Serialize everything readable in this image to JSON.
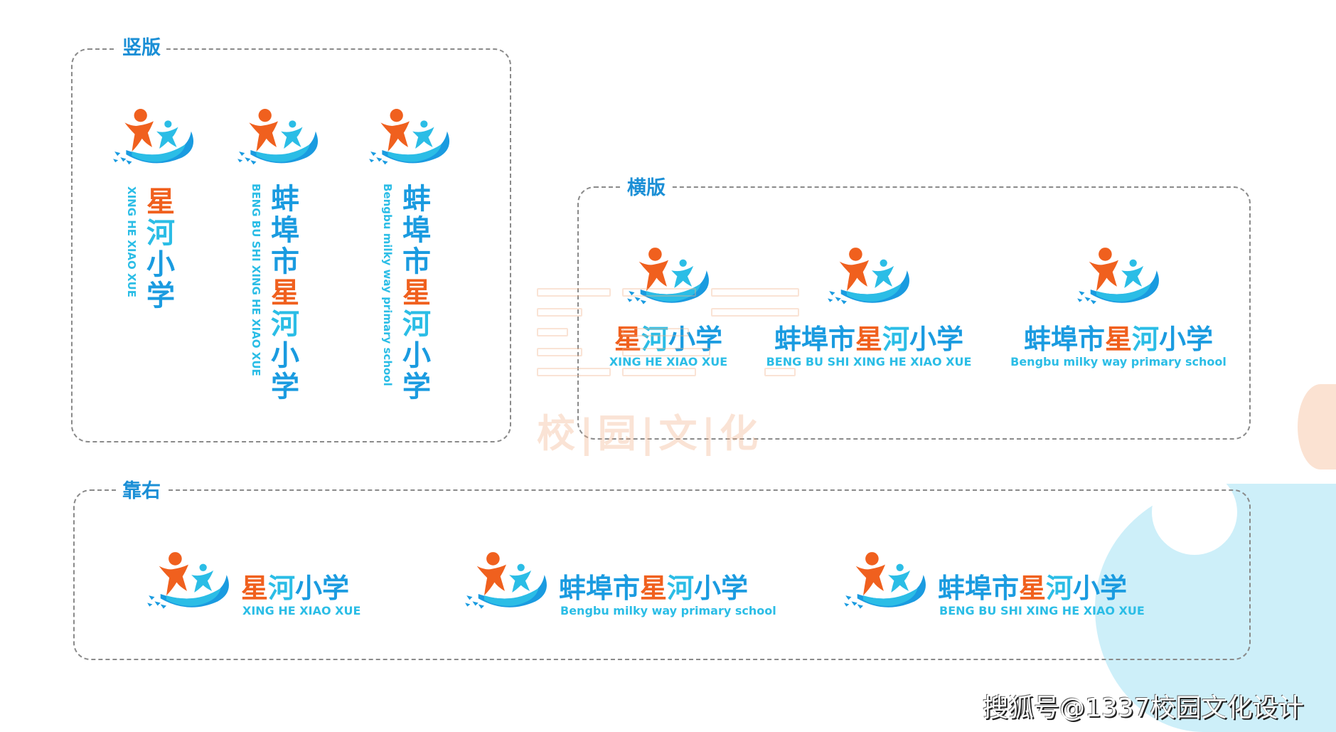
{
  "sections": {
    "vertical": "竖版",
    "horizontal": "横版",
    "right": "靠右"
  },
  "colors": {
    "blue": "#1a9be0",
    "orange": "#f0601e",
    "cyan": "#2bbde6",
    "frame": "#8a8a8a"
  },
  "names": {
    "short": {
      "prefix": "",
      "star": "星",
      "river": "河",
      "rest": "小学"
    },
    "full": {
      "prefix": "蚌埠市",
      "star": "星",
      "river": "河",
      "rest": "小学"
    }
  },
  "english": {
    "short": "XING HE XIAO XUE",
    "pinyin": "BENG BU SHI XING HE XIAO XUE",
    "translation": "Bengbu milky way primary school"
  },
  "watermark": "校|园|文|化",
  "credit": "搜狐号@1337校园文化设计"
}
